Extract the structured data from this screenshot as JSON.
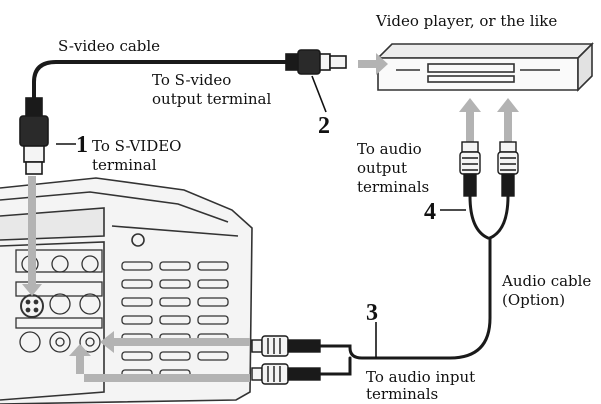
{
  "labels": {
    "video_player": "Video player, or the like",
    "svideo_cable": "S-video cable",
    "svideo_output_1": "To S-video",
    "svideo_output_2": "output terminal",
    "step1_num": "1",
    "svideo_terminal_1": "To S-VIDEO",
    "svideo_terminal_2": "terminal",
    "step2_num": "2",
    "audio_output_1": "To audio",
    "audio_output_2": "output",
    "audio_output_3": "terminals",
    "step4_num": "4",
    "audio_cable_1": "Audio cable",
    "audio_cable_2": "(Option)",
    "step3_num": "3",
    "audio_input_1": "To audio input",
    "audio_input_2": "terminals"
  },
  "colors": {
    "cable": "#1a1a1a",
    "arrow": "#b3b3b3",
    "device_line": "#333333"
  }
}
